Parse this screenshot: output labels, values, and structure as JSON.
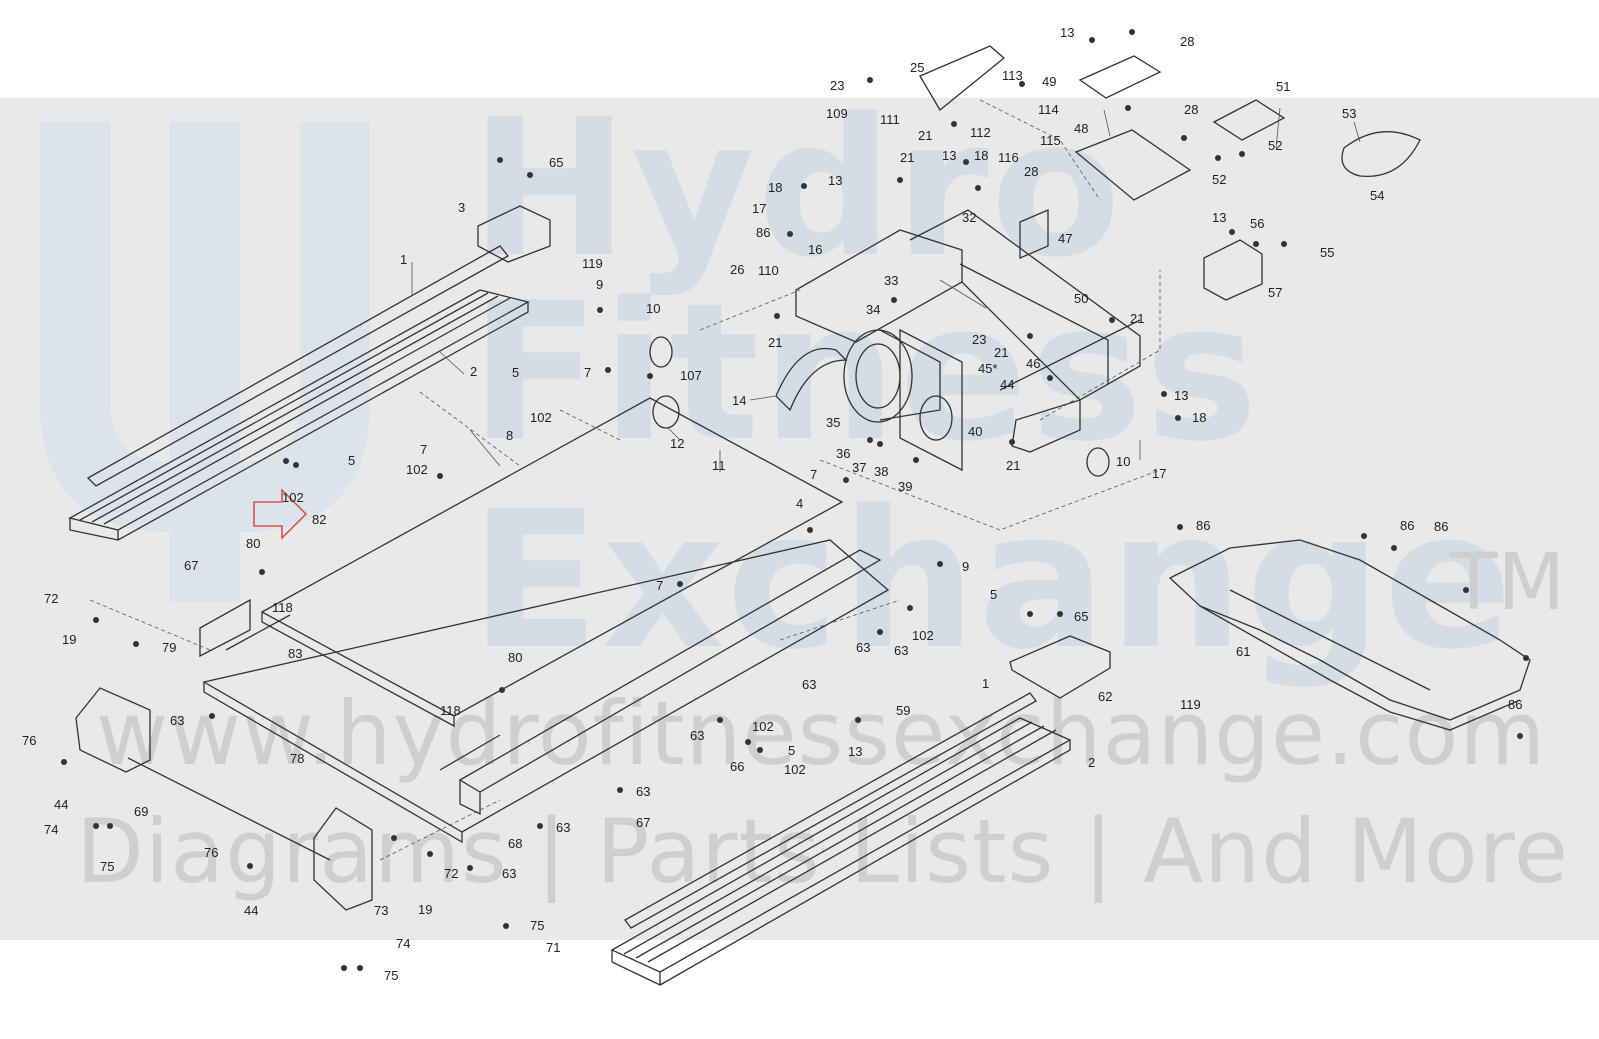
{
  "watermark": {
    "line1": "Hydro",
    "line2": "Fitness",
    "line3": "Exchange",
    "trademark": "TM",
    "url": "www.hydrofitnessexchange.com",
    "tagline": "Diagrams | Parts Lists | And More"
  },
  "highlight_color": "#d9534f",
  "callouts": [
    {
      "id": "c1",
      "text": "13"
    },
    {
      "id": "c2",
      "text": "28"
    },
    {
      "id": "c3",
      "text": "25"
    },
    {
      "id": "c4",
      "text": "23"
    },
    {
      "id": "c5",
      "text": "113"
    },
    {
      "id": "c6",
      "text": "49"
    },
    {
      "id": "c7",
      "text": "114"
    },
    {
      "id": "c8",
      "text": "109"
    },
    {
      "id": "c9",
      "text": "111"
    },
    {
      "id": "c10",
      "text": "21"
    },
    {
      "id": "c11",
      "text": "112"
    },
    {
      "id": "c12",
      "text": "115"
    },
    {
      "id": "c13",
      "text": "28"
    },
    {
      "id": "c14",
      "text": "51"
    },
    {
      "id": "c15",
      "text": "53"
    },
    {
      "id": "c16",
      "text": "48"
    },
    {
      "id": "c17",
      "text": "116"
    },
    {
      "id": "c18",
      "text": "52"
    },
    {
      "id": "c19",
      "text": "65"
    },
    {
      "id": "c20",
      "text": "21"
    },
    {
      "id": "c21",
      "text": "13"
    },
    {
      "id": "c22",
      "text": "18"
    },
    {
      "id": "c23",
      "text": "52"
    },
    {
      "id": "c24",
      "text": "54"
    },
    {
      "id": "c25",
      "text": "18"
    },
    {
      "id": "c26",
      "text": "13"
    },
    {
      "id": "c27",
      "text": "28"
    },
    {
      "id": "c28",
      "text": "3"
    },
    {
      "id": "c29",
      "text": "17"
    },
    {
      "id": "c30",
      "text": "32"
    },
    {
      "id": "c31",
      "text": "86"
    },
    {
      "id": "c32",
      "text": "13"
    },
    {
      "id": "c33",
      "text": "56"
    },
    {
      "id": "c34",
      "text": "47"
    },
    {
      "id": "c35",
      "text": "26"
    },
    {
      "id": "c36",
      "text": "110"
    },
    {
      "id": "c37",
      "text": "16"
    },
    {
      "id": "c38",
      "text": "55"
    },
    {
      "id": "c39",
      "text": "1"
    },
    {
      "id": "c40",
      "text": "119"
    },
    {
      "id": "c41",
      "text": "33"
    },
    {
      "id": "c42",
      "text": "57"
    },
    {
      "id": "c43",
      "text": "9"
    },
    {
      "id": "c44",
      "text": "50"
    },
    {
      "id": "c45",
      "text": "10"
    },
    {
      "id": "c46",
      "text": "34"
    },
    {
      "id": "c47",
      "text": "21"
    },
    {
      "id": "c48",
      "text": "2"
    },
    {
      "id": "c49",
      "text": "21"
    },
    {
      "id": "c50",
      "text": "23"
    },
    {
      "id": "c51",
      "text": "21"
    },
    {
      "id": "c52",
      "text": "5"
    },
    {
      "id": "c53",
      "text": "7"
    },
    {
      "id": "c54",
      "text": "107"
    },
    {
      "id": "c55",
      "text": "46"
    },
    {
      "id": "c56",
      "text": "45*"
    },
    {
      "id": "c57",
      "text": "44"
    },
    {
      "id": "c58",
      "text": "102"
    },
    {
      "id": "c59",
      "text": "14"
    },
    {
      "id": "c60",
      "text": "13"
    },
    {
      "id": "c61",
      "text": "18"
    },
    {
      "id": "c62",
      "text": "35"
    },
    {
      "id": "c63",
      "text": "40"
    },
    {
      "id": "c64",
      "text": "12"
    },
    {
      "id": "c65",
      "text": "8"
    },
    {
      "id": "c66",
      "text": "7"
    },
    {
      "id": "c67",
      "text": "36"
    },
    {
      "id": "c68",
      "text": "37"
    },
    {
      "id": "c69",
      "text": "38"
    },
    {
      "id": "c70",
      "text": "21"
    },
    {
      "id": "c71",
      "text": "10"
    },
    {
      "id": "c72",
      "text": "5"
    },
    {
      "id": "c73",
      "text": "102"
    },
    {
      "id": "c74",
      "text": "102"
    },
    {
      "id": "c75",
      "text": "11"
    },
    {
      "id": "c76",
      "text": "39"
    },
    {
      "id": "c77",
      "text": "17"
    },
    {
      "id": "c78",
      "text": "7"
    },
    {
      "id": "c79",
      "text": "82"
    },
    {
      "id": "c80",
      "text": "4"
    },
    {
      "id": "c81",
      "text": "86"
    },
    {
      "id": "c82",
      "text": "86"
    },
    {
      "id": "c83",
      "text": "86"
    },
    {
      "id": "c84",
      "text": "80"
    },
    {
      "id": "c85",
      "text": "9"
    },
    {
      "id": "c86",
      "text": "67"
    },
    {
      "id": "c87",
      "text": "7"
    },
    {
      "id": "c88",
      "text": "72"
    },
    {
      "id": "c89",
      "text": "118"
    },
    {
      "id": "c90",
      "text": "5"
    },
    {
      "id": "c91",
      "text": "65"
    },
    {
      "id": "c92",
      "text": "19"
    },
    {
      "id": "c93",
      "text": "102"
    },
    {
      "id": "c94",
      "text": "63"
    },
    {
      "id": "c95",
      "text": "63"
    },
    {
      "id": "c96",
      "text": "61"
    },
    {
      "id": "c97",
      "text": "79"
    },
    {
      "id": "c98",
      "text": "83"
    },
    {
      "id": "c99",
      "text": "80"
    },
    {
      "id": "c100",
      "text": "62"
    },
    {
      "id": "c101",
      "text": "63"
    },
    {
      "id": "c102",
      "text": "1"
    },
    {
      "id": "c103",
      "text": "118"
    },
    {
      "id": "c104",
      "text": "59"
    },
    {
      "id": "c105",
      "text": "119"
    },
    {
      "id": "c106",
      "text": "86"
    },
    {
      "id": "c107",
      "text": "63"
    },
    {
      "id": "c108",
      "text": "102"
    },
    {
      "id": "c109",
      "text": "63"
    },
    {
      "id": "c110",
      "text": "13"
    },
    {
      "id": "c111",
      "text": "76"
    },
    {
      "id": "c112",
      "text": "78"
    },
    {
      "id": "c113",
      "text": "5"
    },
    {
      "id": "c114",
      "text": "2"
    },
    {
      "id": "c115",
      "text": "66"
    },
    {
      "id": "c116",
      "text": "102"
    },
    {
      "id": "c117",
      "text": "44"
    },
    {
      "id": "c118",
      "text": "69"
    },
    {
      "id": "c119",
      "text": "63"
    },
    {
      "id": "c120",
      "text": "74"
    },
    {
      "id": "c121",
      "text": "67"
    },
    {
      "id": "c122",
      "text": "63"
    },
    {
      "id": "c123",
      "text": "68"
    },
    {
      "id": "c124",
      "text": "75"
    },
    {
      "id": "c125",
      "text": "76"
    },
    {
      "id": "c126",
      "text": "72"
    },
    {
      "id": "c127",
      "text": "63"
    },
    {
      "id": "c128",
      "text": "44"
    },
    {
      "id": "c129",
      "text": "73"
    },
    {
      "id": "c130",
      "text": "19"
    },
    {
      "id": "c131",
      "text": "75"
    },
    {
      "id": "c132",
      "text": "74"
    },
    {
      "id": "c133",
      "text": "71"
    },
    {
      "id": "c134",
      "text": "75"
    }
  ]
}
